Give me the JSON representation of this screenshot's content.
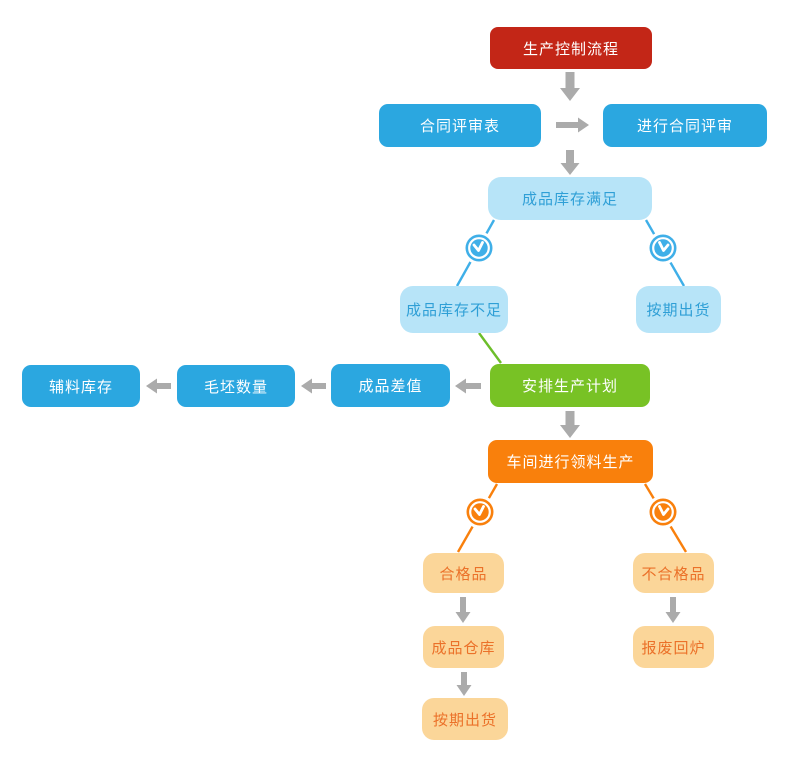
{
  "diagram": {
    "title": "生产控制流程",
    "nodes": {
      "root": {
        "label": "生产控制流程"
      },
      "contract_form": {
        "label": "合同评审表"
      },
      "contract_review": {
        "label": "进行合同评审"
      },
      "stock_ok": {
        "label": "成品库存满足"
      },
      "stock_short": {
        "label": "成品库存不足"
      },
      "ship_on_time": {
        "label": "按期出货"
      },
      "plan": {
        "label": "安排生产计划"
      },
      "product_diff": {
        "label": "成品差值"
      },
      "blank_qty": {
        "label": "毛坯数量"
      },
      "aux_stock": {
        "label": "辅料库存"
      },
      "workshop": {
        "label": "车间进行领料生产"
      },
      "qualified": {
        "label": "合格品"
      },
      "unqualified": {
        "label": "不合格品"
      },
      "warehouse": {
        "label": "成品仓库"
      },
      "scrap": {
        "label": "报废回炉"
      },
      "ship_final": {
        "label": "按期出货"
      }
    },
    "icons": {
      "connector_badge": "clock"
    }
  },
  "colors": {
    "red": "#C32617",
    "blue": "#2BA7E0",
    "green": "#78C225",
    "orange": "#F9800C",
    "light-blue-bg": "#B7E4F8",
    "light-blue-text": "#2F9FD6",
    "light-orange-bg": "#FBD699",
    "light-orange-text": "#EB7129",
    "arrow-gray": "#ABABAB",
    "line-blue": "#3FAFE8",
    "line-green": "#6CBE2A",
    "line-orange": "#F9800C"
  }
}
